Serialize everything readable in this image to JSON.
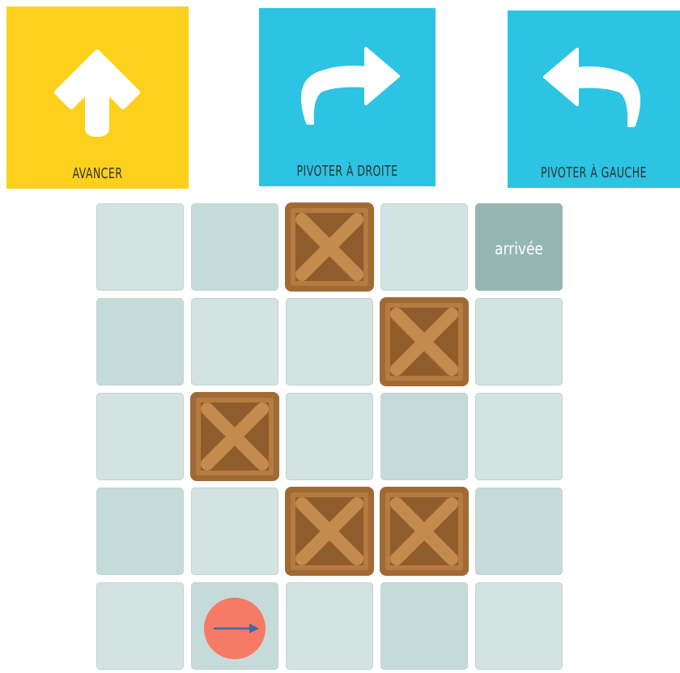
{
  "commands": {
    "forward": {
      "label": "AVANCER",
      "icon": "arrow-up-icon",
      "color": "#fdd11b"
    },
    "turn_right": {
      "label": "PIVOTER À DROITE",
      "icon": "turn-right-icon",
      "color": "#2cc4e2"
    },
    "turn_left": {
      "label": "PIVOTER À GAUCHE",
      "icon": "turn-left-icon",
      "color": "#2cc4e2"
    }
  },
  "board": {
    "rows": 5,
    "cols": 5,
    "goal": {
      "label": "arrivée",
      "row": 0,
      "col": 4
    },
    "crates": [
      {
        "row": 0,
        "col": 2
      },
      {
        "row": 1,
        "col": 3
      },
      {
        "row": 2,
        "col": 1
      },
      {
        "row": 3,
        "col": 2
      },
      {
        "row": 3,
        "col": 3
      }
    ],
    "robot": {
      "row": 4,
      "col": 1,
      "direction": "right",
      "color": "#f77a67"
    }
  }
}
